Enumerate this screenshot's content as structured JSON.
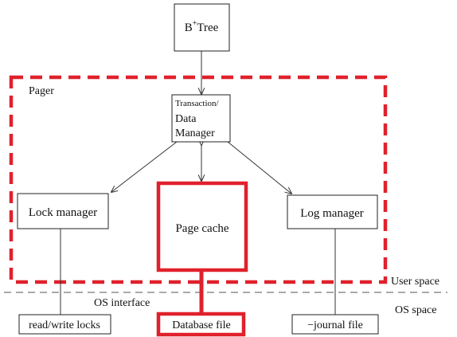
{
  "diagram": {
    "nodes": {
      "btree": {
        "base": "B",
        "sup": "+",
        "tail": "Tree"
      },
      "transaction": {
        "line1": "Transaction/",
        "line2": "Data",
        "line3": "Manager"
      },
      "lock_manager": {
        "label": "Lock manager"
      },
      "page_cache": {
        "label": "Page cache"
      },
      "log_manager": {
        "label": "Log manager"
      },
      "read_write_locks": {
        "label": "read/write locks"
      },
      "database_file": {
        "label": "Database file"
      },
      "journal_file": {
        "label": "−journal file"
      }
    },
    "regions": {
      "pager": "Pager",
      "user_space": "User space",
      "os_interface": "OS interface",
      "os_space": "OS space"
    }
  },
  "colors": {
    "highlight": "#e0212b",
    "line": "#333333",
    "box": "#222222",
    "background": "#ffffff"
  }
}
